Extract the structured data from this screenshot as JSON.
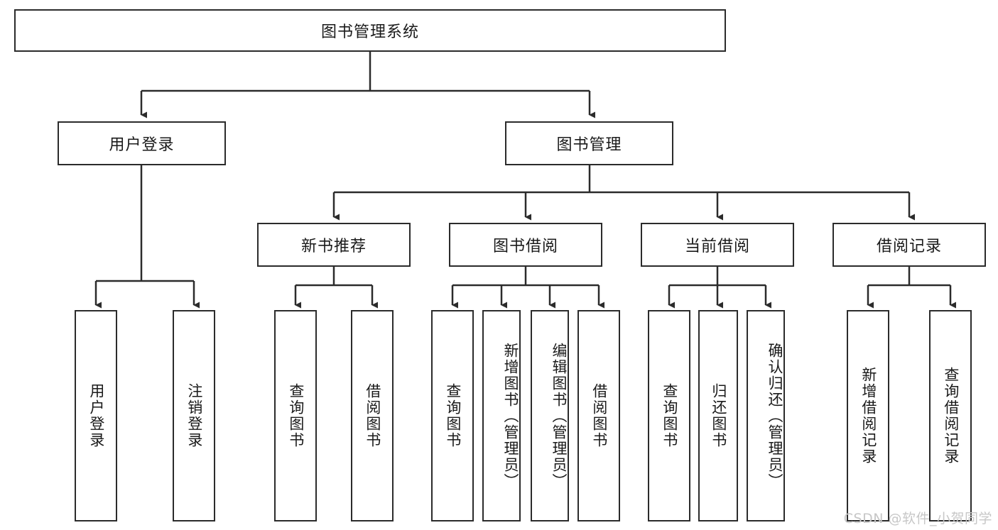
{
  "diagram": {
    "title": "图书管理系统",
    "type": "hierarchy-tree",
    "root": {
      "id": "root",
      "label": "图书管理系统"
    },
    "level1": [
      {
        "id": "user-login",
        "label": "用户登录"
      },
      {
        "id": "book-management",
        "label": "图书管理"
      }
    ],
    "level2": [
      {
        "id": "new-book-recommend",
        "label": "新书推荐",
        "parent": "book-management"
      },
      {
        "id": "book-borrow",
        "label": "图书借阅",
        "parent": "book-management"
      },
      {
        "id": "current-borrow",
        "label": "当前借阅",
        "parent": "book-management"
      },
      {
        "id": "borrow-record",
        "label": "借阅记录",
        "parent": "book-management"
      }
    ],
    "leaves": [
      {
        "id": "leaf-user-login",
        "label": "用户登录",
        "parent": "user-login"
      },
      {
        "id": "leaf-logout",
        "label": "注销登录",
        "parent": "user-login"
      },
      {
        "id": "leaf-query-book-1",
        "label": "查询图书",
        "parent": "new-book-recommend"
      },
      {
        "id": "leaf-borrow-book-1",
        "label": "借阅图书",
        "parent": "new-book-recommend"
      },
      {
        "id": "leaf-query-book-2",
        "label": "查询图书",
        "parent": "book-borrow"
      },
      {
        "id": "leaf-add-book",
        "label": "新增图书（管理员）",
        "parent": "book-borrow"
      },
      {
        "id": "leaf-edit-book",
        "label": "编辑图书（管理员）",
        "parent": "book-borrow"
      },
      {
        "id": "leaf-borrow-book-2",
        "label": "借阅图书",
        "parent": "book-borrow"
      },
      {
        "id": "leaf-query-book-3",
        "label": "查询图书",
        "parent": "current-borrow"
      },
      {
        "id": "leaf-return-book",
        "label": "归还图书",
        "parent": "current-borrow"
      },
      {
        "id": "leaf-confirm-return",
        "label": "确认归还（管理员）",
        "parent": "current-borrow"
      },
      {
        "id": "leaf-add-record",
        "label": "新增借阅记录",
        "parent": "borrow-record"
      },
      {
        "id": "leaf-query-record",
        "label": "查询借阅记录",
        "parent": "borrow-record"
      }
    ],
    "watermark": "CSDN @软件_小贺同学",
    "colors": {
      "stroke": "#2b2b2b",
      "fill": "#ffffff",
      "text": "#1a1a1a",
      "watermark": "#c7c7c7"
    }
  }
}
